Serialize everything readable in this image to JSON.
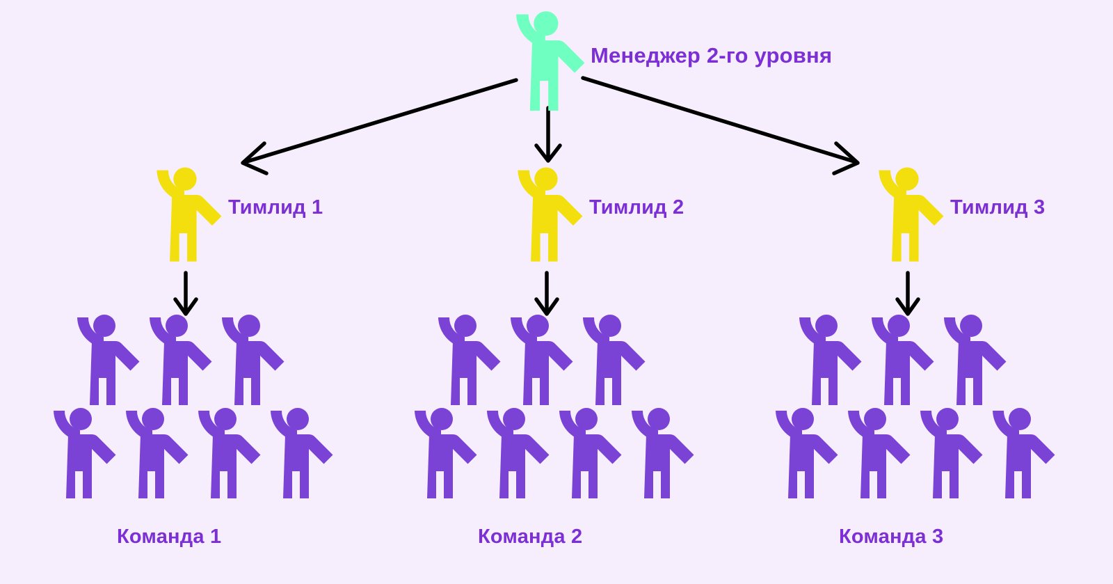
{
  "diagram": {
    "type": "organizational-hierarchy",
    "background_color": "#f6eefd",
    "text_color": "#7b2fd4",
    "arrow_color": "#000000",
    "levels": [
      {
        "level": 1,
        "role_label": "Менеджер 2-го уровня",
        "figure_color": "#6fffc0",
        "count": 1
      },
      {
        "level": 2,
        "figure_color": "#f2df0d",
        "count": 3,
        "labels": [
          "Тимлид 1",
          "Тимлид 2",
          "Тимлид 3"
        ]
      },
      {
        "level": 3,
        "figure_color": "#7b42d6",
        "count": 21,
        "members_per_team": 7,
        "rows_per_team": [
          3,
          4
        ],
        "labels": [
          "Команда 1",
          "Команда 2",
          "Команда 3"
        ]
      }
    ]
  },
  "manager": {
    "label": "Менеджер 2-го уровня",
    "color": "#6fffc0"
  },
  "leads": [
    {
      "label": "Тимлид 1",
      "color": "#f2df0d"
    },
    {
      "label": "Тимлид 2",
      "color": "#f2df0d"
    },
    {
      "label": "Тимлид 3",
      "color": "#f2df0d"
    }
  ],
  "teams": [
    {
      "label": "Команда 1",
      "color": "#7b42d6",
      "top_row": 3,
      "bottom_row": 4
    },
    {
      "label": "Команда 2",
      "color": "#7b42d6",
      "top_row": 3,
      "bottom_row": 4
    },
    {
      "label": "Команда 3",
      "color": "#7b42d6",
      "top_row": 3,
      "bottom_row": 4
    }
  ],
  "icons": {
    "person": "person-waving-icon",
    "arrow": "arrow-icon"
  }
}
